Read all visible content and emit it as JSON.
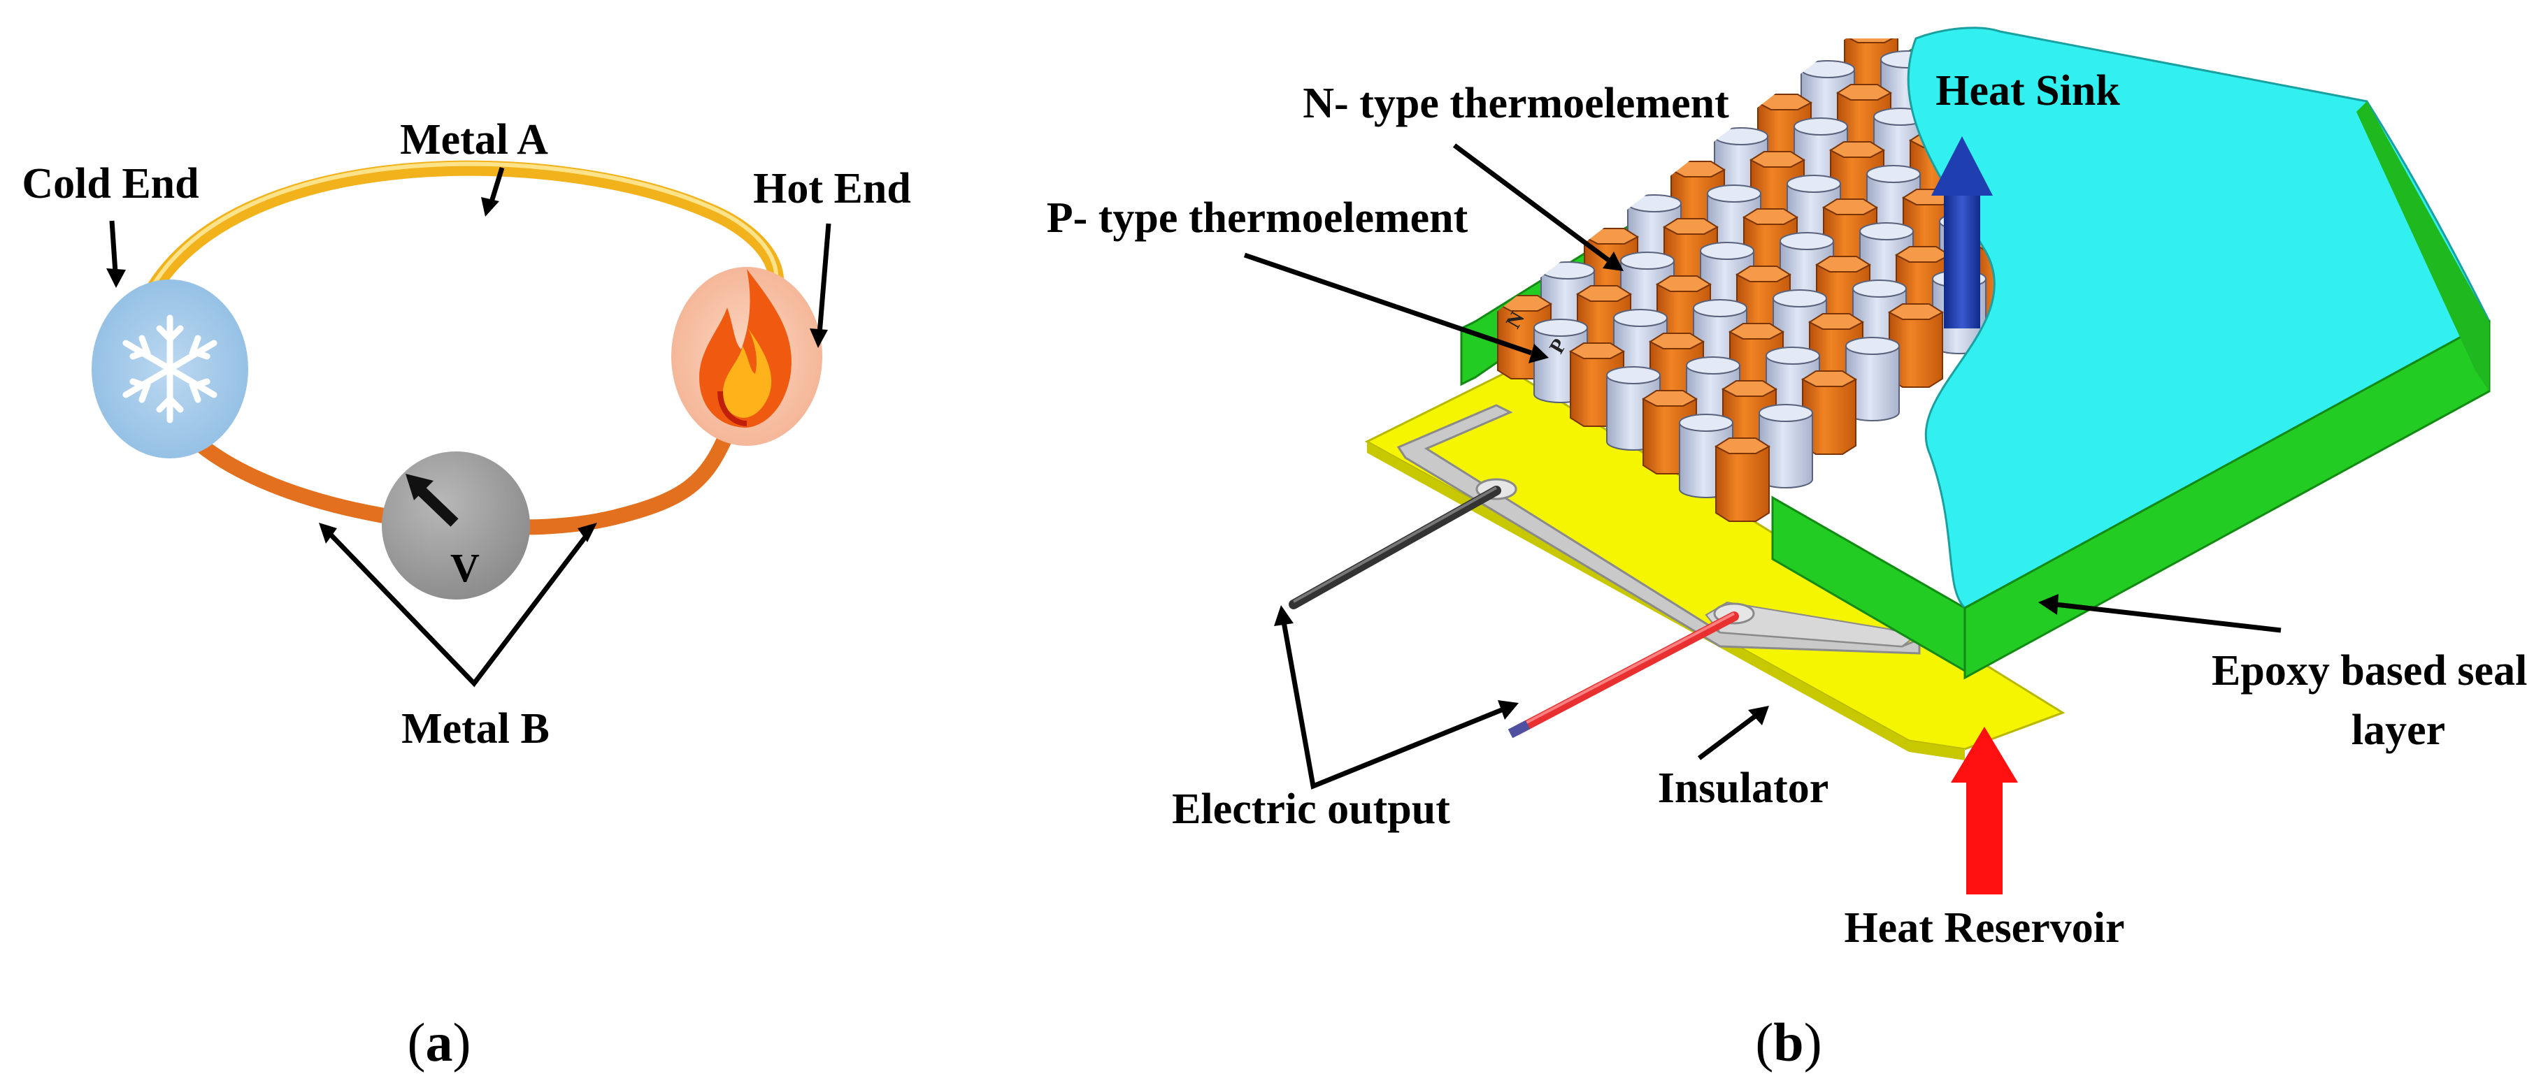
{
  "panel_a": {
    "labels": {
      "metal_a": "Metal A",
      "cold_end": "Cold End",
      "hot_end": "Hot End",
      "metal_b": "Metal B",
      "voltmeter": "V"
    },
    "caption_letter": "a"
  },
  "panel_b": {
    "labels": {
      "n_type": "N- type thermoelement",
      "p_type": "P- type thermoelement",
      "heat_sink": "Heat Sink",
      "epoxy_line1": "Epoxy based sealing",
      "epoxy_line2": "layer",
      "electric_output": "Electric output",
      "insulator": "Insulator",
      "heat_reservoir": "Heat Reservoir",
      "n_marker": "N",
      "p_marker": "P"
    },
    "caption_letter": "b"
  },
  "colors": {
    "cold": "#a9cce8",
    "hot": "#f7c3a6",
    "metal_a": "#f2b21c",
    "metal_b": "#e2701e",
    "voltmeter": "#9e9e9e",
    "heat_sink": "#33f0f0",
    "epoxy": "#22cc22",
    "substrate": "#f5f500",
    "insulator": "#bdbdbd",
    "n_element": "#e0670f",
    "p_element": "#cdd6ea",
    "heat_sink_arrow": "#1f3fb0",
    "heat_reservoir_arrow": "#ff1010",
    "wire_black": "#333333",
    "wire_red": "#e83030"
  }
}
